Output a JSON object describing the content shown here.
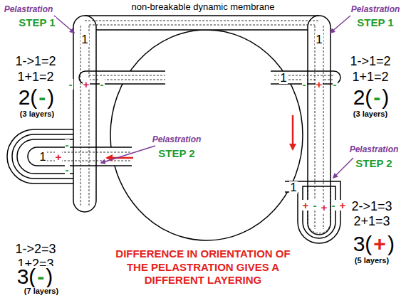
{
  "diagram": {
    "caption": "DIFFERENCE IN ORIENTATION OF THE PELASTRATION GIVES A DIFFERENT LAYERING",
    "labels": [
      "non-breakable dynamic membrane",
      "Pelastration",
      "STEP 1",
      "1",
      "-",
      "+",
      "-",
      "1->1=2",
      "1+1=2",
      "2(",
      "-",
      ")",
      "(3 layers)",
      "Pelastration",
      "STEP 1",
      "1",
      "1",
      "-",
      "+",
      "-",
      "1->1=2",
      "1+1=2",
      "2(",
      "-",
      ")",
      "(3 layers)",
      "Pelastration",
      "STEP 2",
      "1",
      "+",
      "-",
      "-",
      "1->2=3",
      "1+2=3",
      "3(",
      "-",
      ")",
      "(7 layers)",
      "Pelastration",
      "STEP 2",
      "1",
      "+",
      "-",
      "+",
      "-",
      "+",
      "2->1=3",
      "2+1=3",
      "3(",
      "+",
      ")",
      "(5 layers)"
    ]
  }
}
